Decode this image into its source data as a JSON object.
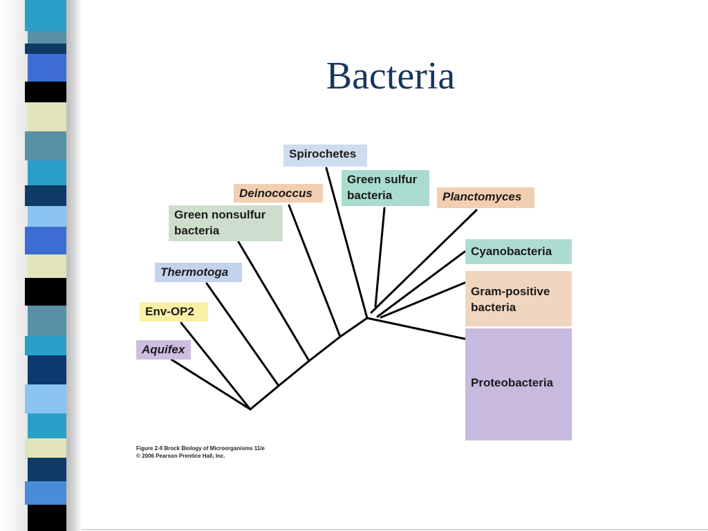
{
  "slide": {
    "title": "Bacteria"
  },
  "taxa": {
    "spirochetes": "Spirochetes",
    "green_sulfur_bacteria": [
      "Green sulfur",
      "bacteria"
    ],
    "deinococcus": "Deinococcus",
    "planctomyces": "Planctomyces",
    "green_nonsulfur_bacteria": [
      "Green nonsulfur",
      "bacteria"
    ],
    "cyanobacteria": "Cyanobacteria",
    "thermotoga": "Thermotoga",
    "gram_positive_bacteria": [
      "Gram-positive",
      "bacteria"
    ],
    "env_op2": "Env-OP2",
    "aquifex": "Aquifex",
    "proteobacteria": "Proteobacteria"
  },
  "caption": {
    "line1": "Figure 2-9  Brock Biology of Microorganisms 11/e",
    "line2": "© 2006 Pearson Prentice Hall, Inc."
  },
  "colors": {
    "title": "#17365d",
    "spirochetes": "#cfdcef",
    "green_sulfur_bacteria": "#a9dccf",
    "deinococcus": "#f2cfb1",
    "planctomyces": "#f2cfb1",
    "green_nonsulfur_bacteria": "#cddfcc",
    "cyanobacteria": "#aedcd3",
    "thermotoga": "#c3d2ed",
    "gram_positive_bacteria": "#f0d6be",
    "env_op2": "#faf0a6",
    "aquifex": "#cdbee0",
    "proteobacteria": "#c8b9de"
  }
}
